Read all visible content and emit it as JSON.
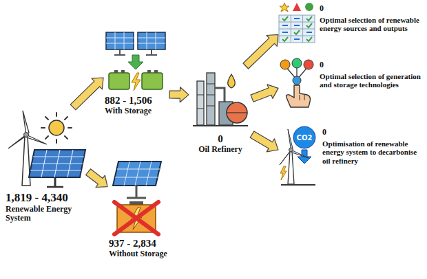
{
  "diagram": {
    "nodes": [
      {
        "text": [
          "1,819 - 4,340",
          "Renewable Energy System"
        ]
      },
      {
        "text": [
          "882 - 1,506",
          "With Storage"
        ]
      },
      {
        "text": [
          "937 - 2,834",
          "Without Storage"
        ]
      },
      {
        "text": [
          "0",
          "Oil Refinery"
        ]
      },
      {
        "text": [
          "0",
          "Optimal selection of renewable energy sources and outputs"
        ]
      },
      {
        "text": [
          "0",
          "Optimal selection of generation and storage technologies"
        ]
      },
      {
        "text": [
          "0",
          "Optimisation of renewable energy system to decarbonise oil refinery"
        ]
      }
    ],
    "edges": [
      {
        "from": 0,
        "to": 1,
        "arrow": "to"
      },
      {
        "from": 0,
        "to": 2,
        "arrow": "to"
      },
      {
        "from": 1,
        "to": 3,
        "arrow": "to"
      },
      {
        "from": 3,
        "to": 4,
        "arrow": "to"
      },
      {
        "from": 3,
        "to": 5,
        "arrow": "to"
      },
      {
        "from": 3,
        "to": 6,
        "arrow": "to"
      }
    ],
    "labels": [
      "CO2"
    ]
  }
}
